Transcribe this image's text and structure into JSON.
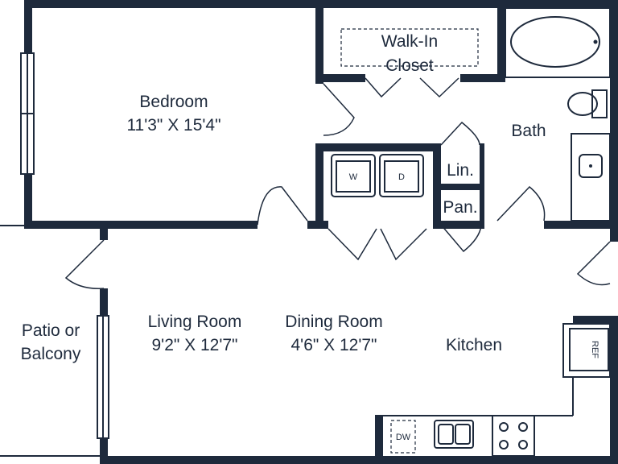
{
  "rooms": {
    "bedroom": {
      "name": "Bedroom",
      "size": "11'3\" X 15'4\""
    },
    "walk_in_closet": {
      "line1": "Walk-In",
      "line2": "Closet"
    },
    "bath": {
      "name": "Bath"
    },
    "linen": {
      "name": "Lin."
    },
    "pantry": {
      "name": "Pan."
    },
    "living_room": {
      "name": "Living Room",
      "size": "9'2\" X 12'7\""
    },
    "dining_room": {
      "name": "Dining Room",
      "size": "4'6\" X 12'7\""
    },
    "kitchen": {
      "name": "Kitchen"
    },
    "patio": {
      "line1": "Patio or",
      "line2": "Balcony"
    }
  },
  "appliances": {
    "washer": "W",
    "dryer": "D",
    "refrigerator": "REF",
    "dishwasher": "DW"
  },
  "colors": {
    "wall": "#1e2a3c",
    "background": "#ffffff"
  }
}
